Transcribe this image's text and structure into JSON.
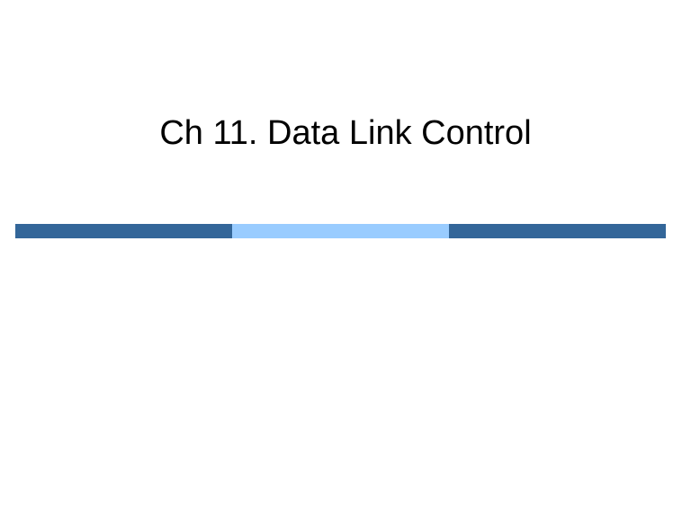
{
  "slide": {
    "title": "Ch 11. Data Link Control"
  },
  "divider": {
    "segments": [
      {
        "name": "left",
        "color": "#336699"
      },
      {
        "name": "middle",
        "color": "#99ccff"
      },
      {
        "name": "right",
        "color": "#336699"
      }
    ]
  }
}
